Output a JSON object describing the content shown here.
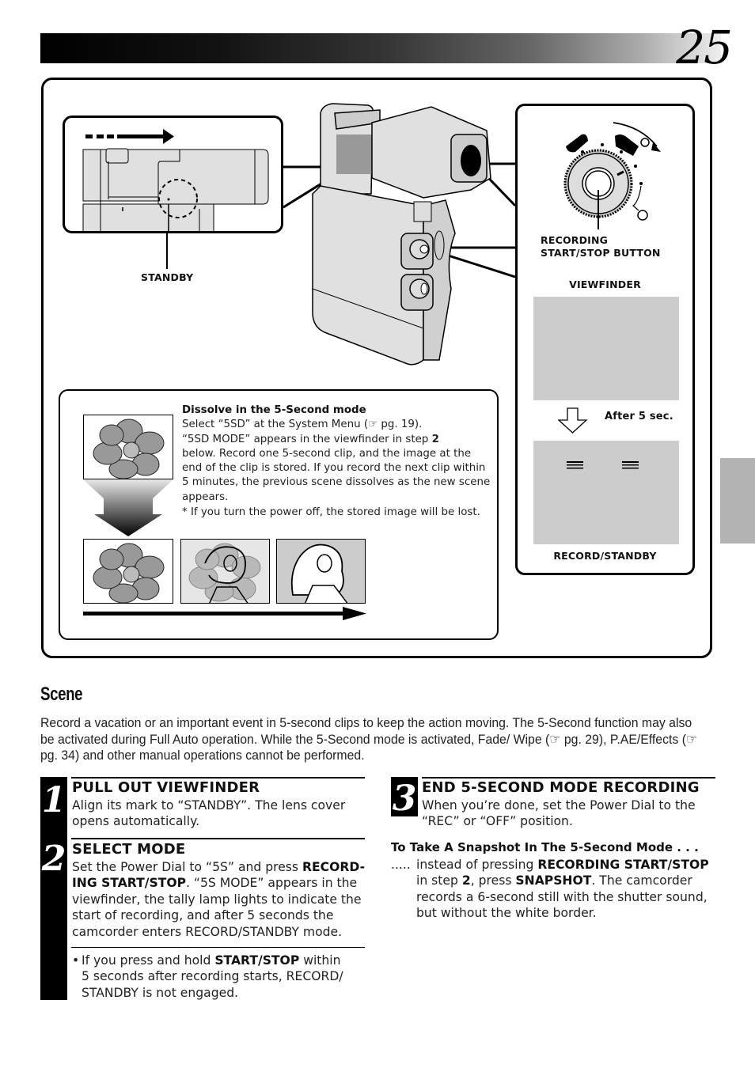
{
  "page": {
    "number": "25"
  },
  "figure": {
    "standby_label": "STANDBY",
    "recording_button_label_line1": "RECORDING",
    "recording_button_label_line2": "START/STOP BUTTON",
    "viewfinder_label": "VIEWFINDER",
    "after_label": "After 5 sec.",
    "record_standby_label": "RECORD/STANDBY",
    "dissolve": {
      "title": "Dissolve in the 5-Second mode",
      "line1_pre": "Select “5SD” at the System Menu (",
      "pointer_glyph": "☞",
      "line1_post": " pg. 19).",
      "line2_pre": "“5SD MODE” appears in the viewfinder in step ",
      "line2_bold": "2",
      "line3": "below. Record one 5-second clip, and the image at the end of the clip is stored. If you record the next clip within 5 minutes, the previous scene dissolves as the new scene appears.",
      "note": "* If you turn the power off, the stored image will be lost."
    }
  },
  "scene": {
    "title": "Scene",
    "intro_part1": "Record a vacation or an important event in 5-second clips to keep the action moving. The 5-Second function may also be activated during Full Auto operation. While the 5-Second mode is activated, Fade/ Wipe (",
    "intro_part2": " pg. 29), P.AE/Effects (",
    "intro_part3": " pg. 34) and other manual operations cannot be performed.",
    "pointer_glyph": "☞"
  },
  "steps": [
    {
      "number": "1",
      "heading": "PULL OUT VIEWFINDER",
      "body": "Align its mark to “STANDBY”. The lens cover opens automatically."
    },
    {
      "number": "2",
      "heading": "SELECT MODE",
      "body_pre": "Set the Power Dial to “5S” and press ",
      "body_bold": "RECORD-ING START/STOP",
      "body_post": ". “5S MODE” appears in the viewfinder, the tally lamp lights to indicate the start of recording, and after 5 seconds the camcorder enters RECORD/STANDBY mode.",
      "note_pre": "If you press and hold ",
      "note_bold": "START/STOP",
      "note_post": " within 5 seconds after recording starts, RECORD/ STANDBY is not engaged."
    },
    {
      "number": "3",
      "heading": "END 5-SECOND MODE RECORDING",
      "body": "When you’re done, set the Power Dial to the “REC” or “OFF” position."
    }
  ],
  "snapshot": {
    "title": "To Take A Snapshot In The 5-Second Mode . . .",
    "leader": ".....",
    "text_pre": "instead of pressing ",
    "text_bold1": "RECORDING START/STOP",
    "text_mid1": " in step ",
    "text_bold2": "2",
    "text_mid2": ", press ",
    "text_bold3": "SNAPSHOT",
    "text_post": ". The camcorder records a 6-second still with the shutter sound, but without the white border."
  },
  "colors": {
    "screen_gray": "#cccccc",
    "tab_gray": "#b3b3b3",
    "body_gray": "#e0e0e0"
  }
}
